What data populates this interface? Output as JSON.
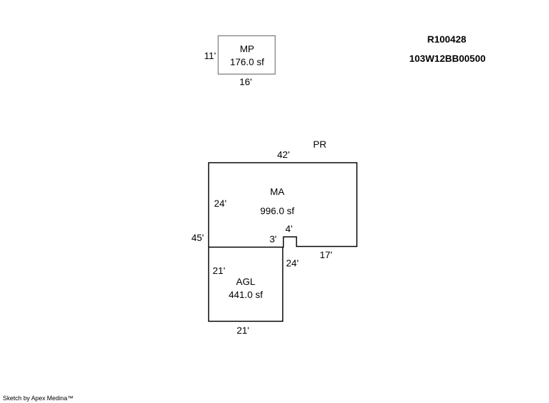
{
  "ids": {
    "parcel": "R100428",
    "map_tax_lot": "103W12BB00500"
  },
  "areas": {
    "mp": {
      "code": "MP",
      "area": "176.0 sf"
    },
    "ma": {
      "code": "MA",
      "area": "996.0 sf"
    },
    "agl": {
      "code": "AGL",
      "area": "441.0 sf"
    }
  },
  "dimensions": {
    "mp_height": "11'",
    "mp_width": "16'",
    "ma_top": "42'",
    "ma_left": "24'",
    "overall_left": "45'",
    "notch_left": "3'",
    "notch_top": "4'",
    "ma_bottom_right": "17'",
    "agl_right": "24'",
    "agl_left": "21'",
    "agl_bottom": "21'"
  },
  "labels": {
    "pr": "PR"
  },
  "footer": "Sketch by Apex Medina™"
}
